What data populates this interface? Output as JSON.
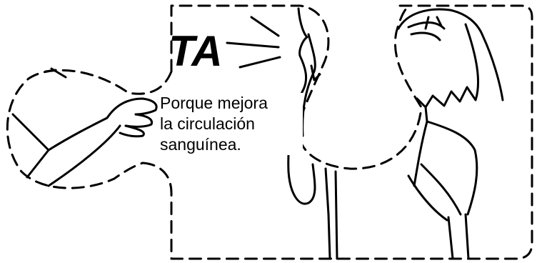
{
  "caption": {
    "line1": "Porque mejora",
    "line2": "la circulación",
    "line3": "sanguínea."
  },
  "sfx": {
    "text": "TA"
  },
  "colors": {
    "ink": "#000000",
    "paper": "#ffffff"
  }
}
